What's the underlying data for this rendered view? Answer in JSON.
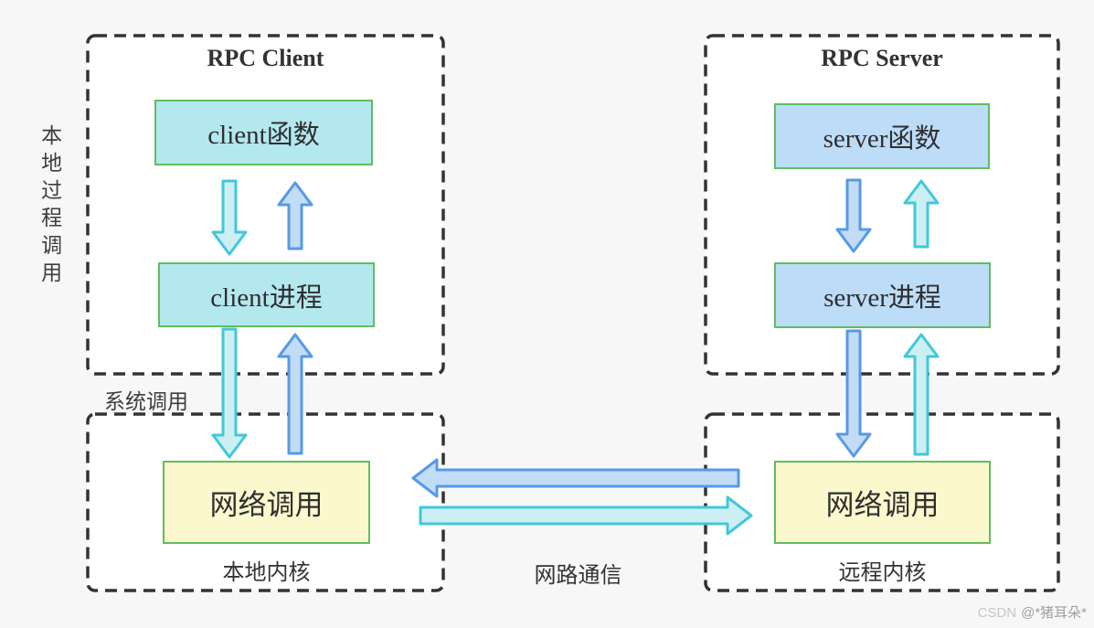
{
  "panels": {
    "client": {
      "title": "RPC Client",
      "func_box": "client函数",
      "proc_box": "client进程"
    },
    "server": {
      "title": "RPC Server",
      "func_box": "server函数",
      "proc_box": "server进程"
    }
  },
  "kernels": {
    "local": {
      "box": "网络调用",
      "caption": "本地内核"
    },
    "remote": {
      "box": "网络调用",
      "caption": "远程内核"
    }
  },
  "labels": {
    "local_procedure_call": "本地过程调用",
    "system_call": "系统调用",
    "network_communication": "网路通信"
  },
  "watermark": {
    "prefix": "CSDN",
    "author": "@*猪耳朵*"
  },
  "icons": {
    "cyan_arrows": "request-path-arrow",
    "blue_arrows": "response-path-arrow"
  },
  "colors": {
    "background": "#f7f7f8",
    "dashed_border": "#333333",
    "green_box_border": "#5fbe5f",
    "client_box_fill": "#b3e8ef",
    "server_box_fill": "#bddcf8",
    "kernel_box_fill": "#fbf8ce",
    "cyan_arrow_fill": "#cdeef3",
    "cyan_arrow_stroke": "#41c8da",
    "blue_arrow_fill": "#c2dcf5",
    "blue_arrow_stroke": "#569ae6",
    "watermark_gray": "#b5b5b5"
  }
}
